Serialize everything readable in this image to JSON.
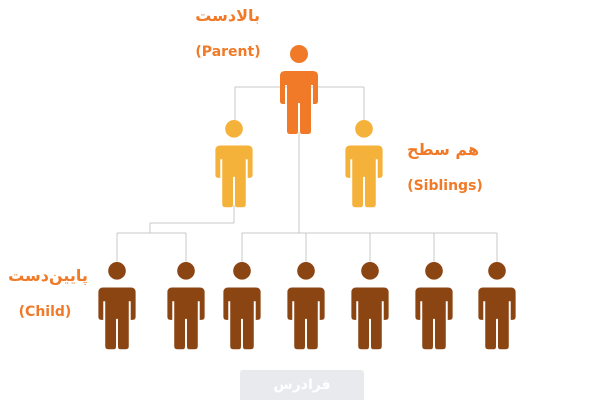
{
  "colors": {
    "parent": "#f07a27",
    "sibling": "#f5b23b",
    "child": "#8b4513",
    "line": "#c8c8c8",
    "label_text": "#f07a27",
    "watermark_text": "#ffffff"
  },
  "labels": {
    "parent_fa": "بالادست",
    "parent_en": "(Parent)",
    "siblings_fa": "هم سطح",
    "siblings_en": "(Siblings)",
    "child_fa": "پایین‌دست",
    "child_en": "(Child)"
  },
  "watermark": {
    "text": "فرادرس"
  },
  "icons": {
    "person": "person-icon"
  }
}
